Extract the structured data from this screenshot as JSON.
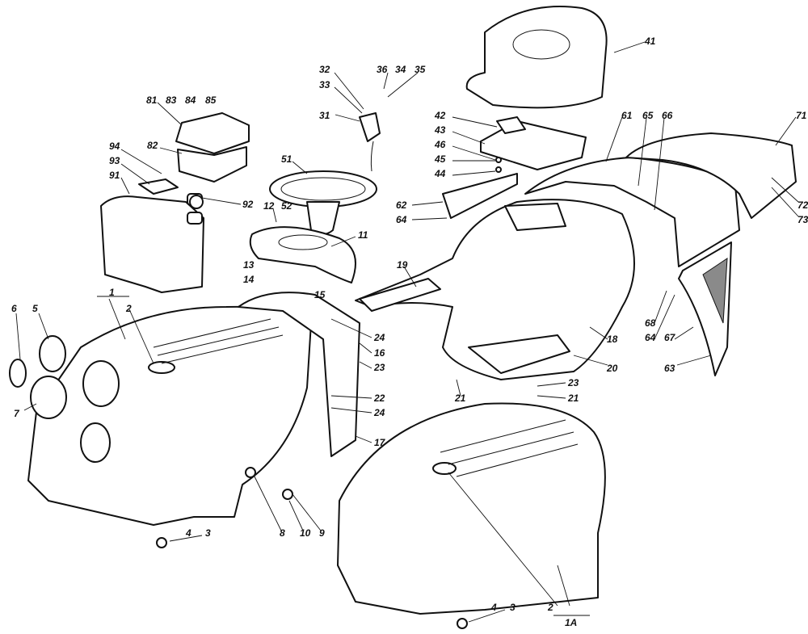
{
  "diagram": {
    "type": "exploded parts diagram",
    "labels": {
      "seat": "41",
      "l32": "32",
      "l33": "33",
      "l36": "36",
      "l34": "34",
      "l35": "35",
      "l31": "31",
      "l81": "81",
      "l83": "83",
      "l84": "84",
      "l85": "85",
      "l82": "82",
      "l94": "94",
      "l93": "93",
      "l91": "91",
      "l92": "92",
      "l51": "51",
      "l12": "12",
      "l52": "52",
      "l11": "11",
      "l13": "13",
      "l14": "14",
      "l15": "15",
      "l19": "19",
      "l42": "42",
      "l43": "43",
      "l46": "46",
      "l45": "45",
      "l44": "44",
      "l62": "62",
      "l64a": "64",
      "l61": "61",
      "l65": "65",
      "l66": "66",
      "l71": "71",
      "l72": "72",
      "l73": "73",
      "l68": "68",
      "l64b": "64",
      "l67": "67",
      "l63": "63",
      "l18": "18",
      "l20": "20",
      "l23a": "23",
      "l21a": "21",
      "l21b": "21",
      "l1": "1",
      "l2a": "2",
      "l6": "6",
      "l5": "5",
      "l7": "7",
      "l24a": "24",
      "l16": "16",
      "l23b": "23",
      "l22": "22",
      "l24b": "24",
      "l17": "17",
      "l8": "8",
      "l10": "10",
      "l9": "9",
      "l4a": "4",
      "l3a": "3",
      "l2b": "2",
      "l1A": "1A",
      "l4b": "4",
      "l3b": "3"
    }
  }
}
